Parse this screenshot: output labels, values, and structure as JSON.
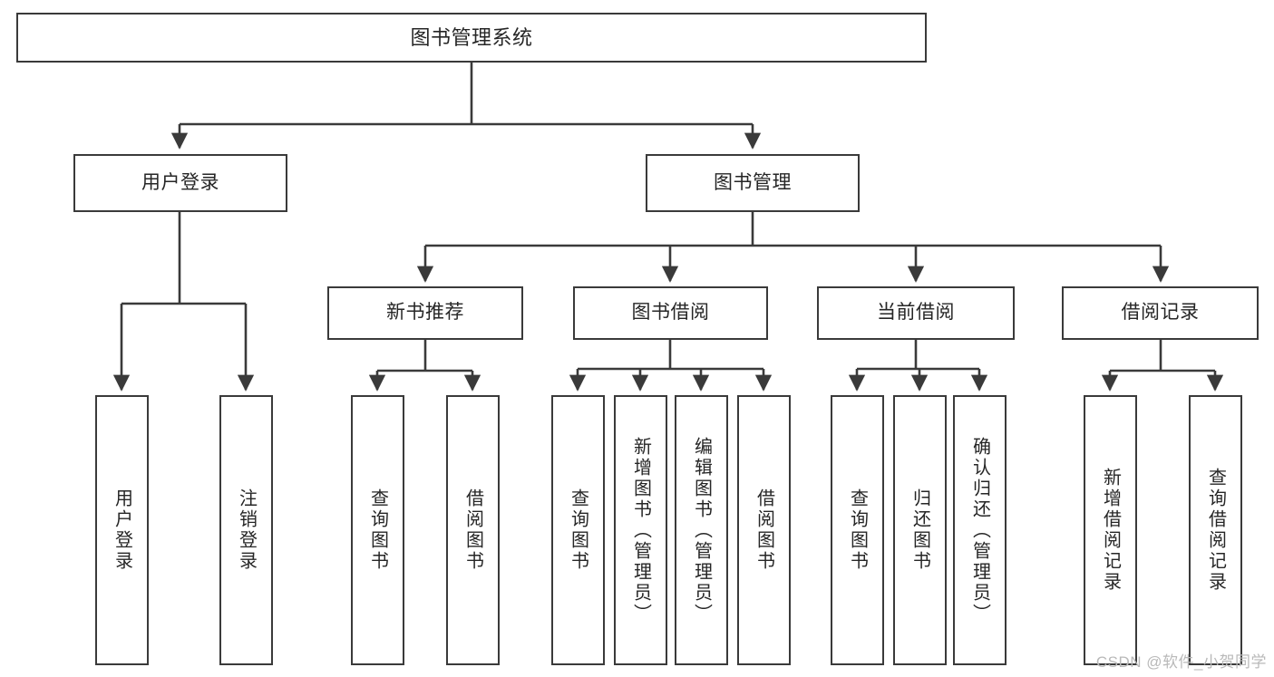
{
  "diagram": {
    "title": "图书管理系统",
    "type": "tree-hierarchy-diagram",
    "colors": {
      "box_border": "#3a3a3a",
      "box_fill": "#ffffff",
      "edge": "#3a3a3a",
      "text": "#262626",
      "watermark": "#b9b9b9"
    },
    "root": {
      "label": "图书管理系统"
    },
    "level2": [
      {
        "label": "用户登录"
      },
      {
        "label": "图书管理"
      }
    ],
    "level3": [
      {
        "label": "新书推荐"
      },
      {
        "label": "图书借阅"
      },
      {
        "label": "当前借阅"
      },
      {
        "label": "借阅记录"
      }
    ],
    "leaves": {
      "user_login": [
        {
          "label": "用户登录"
        },
        {
          "label": "注销登录"
        }
      ],
      "new_book_recommend": [
        {
          "label": "查询图书"
        },
        {
          "label": "借阅图书"
        }
      ],
      "book_borrow": [
        {
          "label": "查询图书"
        },
        {
          "label": "新增图书（管理员）"
        },
        {
          "label": "编辑图书（管理员）"
        },
        {
          "label": "借阅图书"
        }
      ],
      "current_borrow": [
        {
          "label": "查询图书"
        },
        {
          "label": "归还图书"
        },
        {
          "label": "确认归还（管理员）"
        }
      ],
      "borrow_record": [
        {
          "label": "新增借阅记录"
        },
        {
          "label": "查询借阅记录"
        }
      ]
    },
    "watermark": "CSDN @软件_小贺同学"
  }
}
